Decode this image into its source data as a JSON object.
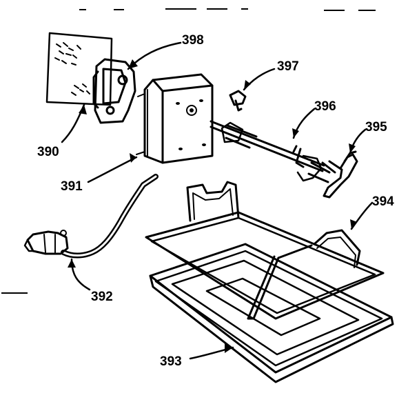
{
  "diagram": {
    "parts": [
      {
        "id": "390",
        "label": "390",
        "part": "mounting-plate"
      },
      {
        "id": "391",
        "label": "391",
        "part": "rotisserie-motor"
      },
      {
        "id": "392",
        "label": "392",
        "part": "power-cord"
      },
      {
        "id": "393",
        "label": "393",
        "part": "drip-pan"
      },
      {
        "id": "394",
        "label": "394",
        "part": "rack"
      },
      {
        "id": "395",
        "label": "395",
        "part": "handle"
      },
      {
        "id": "396",
        "label": "396",
        "part": "spit-rod"
      },
      {
        "id": "397",
        "label": "397",
        "part": "screw"
      },
      {
        "id": "398",
        "label": "398",
        "part": "bracket"
      }
    ],
    "colors": {
      "line": "#000000",
      "background": "#ffffff"
    }
  }
}
